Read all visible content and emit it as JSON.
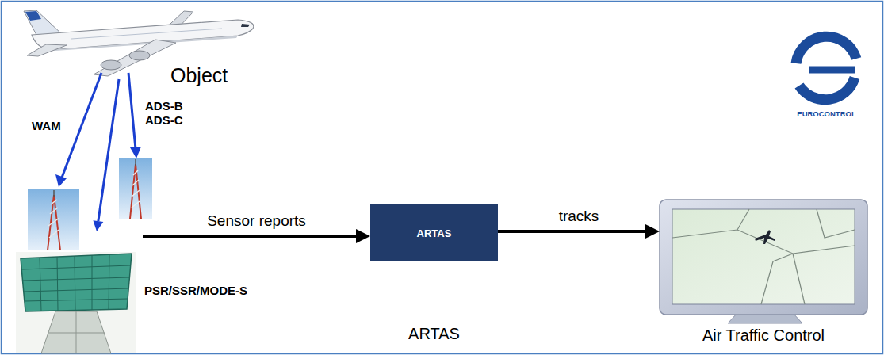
{
  "diagram": {
    "nodes": [
      {
        "text": [
          "Object"
        ]
      },
      {
        "text": [
          "PSR/SSR/MODE-S"
        ]
      },
      {
        "text": [
          "ARTAS",
          "ARTAS"
        ]
      },
      {
        "text": [
          "Air Traffic Control"
        ]
      },
      {
        "text": [
          "EUROCONTROL"
        ]
      }
    ],
    "edges": [
      {
        "from": 0,
        "to": 1,
        "arrow": "to"
      },
      {
        "from": 1,
        "to": 2,
        "label": "Sensor reports",
        "arrow": "to"
      },
      {
        "from": 2,
        "to": 3,
        "label": "tracks",
        "arrow": "to"
      }
    ],
    "labels": [
      "WAM",
      "ADS-B ADS-C"
    ]
  }
}
